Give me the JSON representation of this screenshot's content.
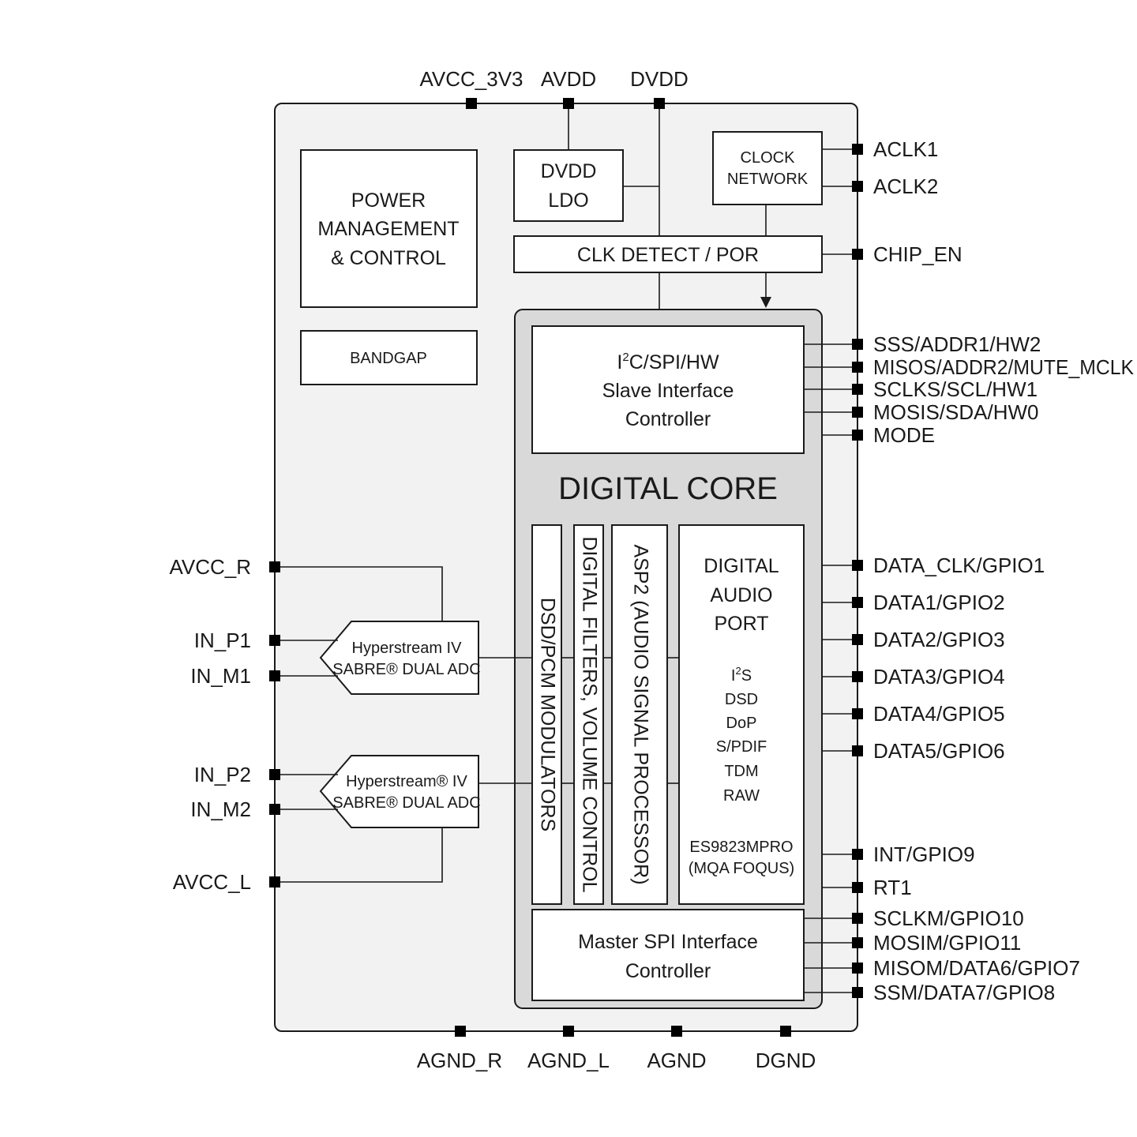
{
  "pins_top": [
    "AVCC_3V3",
    "AVDD",
    "DVDD"
  ],
  "pins_bottom": [
    "AGND_R",
    "AGND_L",
    "AGND",
    "DGND"
  ],
  "pins_left": [
    "AVCC_R",
    "IN_P1",
    "IN_M1",
    "IN_P2",
    "IN_M2",
    "AVCC_L"
  ],
  "pins_right": [
    "ACLK1",
    "ACLK2",
    "CHIP_EN",
    "SSS/ADDR1/HW2",
    "MISOS/ADDR2/MUTE_MCLK",
    "SCLKS/SCL/HW1",
    "MOSIS/SDA/HW0",
    "MODE",
    "DATA_CLK/GPIO1",
    "DATA1/GPIO2",
    "DATA2/GPIO3",
    "DATA3/GPIO4",
    "DATA4/GPIO5",
    "DATA5/GPIO6",
    "INT/GPIO9",
    "RT1",
    "SCLKM/GPIO10",
    "MOSIM/GPIO11",
    "MISOM/DATA6/GPIO7",
    "SSM/DATA7/GPIO8"
  ],
  "blocks": {
    "power_management": [
      "POWER",
      "MANAGEMENT",
      "& CONTROL"
    ],
    "bandgap": "BANDGAP",
    "dvdd_ldo": [
      "DVDD",
      "LDO"
    ],
    "clock_network": [
      "CLOCK",
      "NETWORK"
    ],
    "clk_detect": "CLK DETECT / POR",
    "slave_interface": [
      "I",
      "2",
      "C/SPI/HW",
      "Slave Interface",
      "Controller"
    ],
    "digital_core": "DIGITAL CORE",
    "modulators": "DSD/PCM MODULATORS",
    "filters": "DIGITAL FILTERS, VOLUME CONTROL",
    "asp2": "ASP2 (AUDIO SIGNAL PROCESSOR)",
    "audio_port": {
      "title": [
        "DIGITAL",
        "AUDIO",
        "PORT"
      ],
      "formats_i2s": [
        "I",
        "2",
        "S"
      ],
      "formats": [
        "DSD",
        "DoP",
        "S/PDIF",
        "TDM",
        "RAW"
      ],
      "note": [
        "ES9823MPRO",
        "(MQA FOQUS)"
      ]
    },
    "adc1": [
      "Hyperstream IV",
      "SABRE® DUAL ADC"
    ],
    "adc2": [
      "Hyperstream® IV",
      "SABRE® DUAL ADC"
    ],
    "master_spi": [
      "Master SPI Interface",
      "Controller"
    ]
  },
  "colors": {
    "chip_fill": "#f2f2f2",
    "core_fill": "#d9d9d9",
    "line": "#1a1a1a"
  }
}
